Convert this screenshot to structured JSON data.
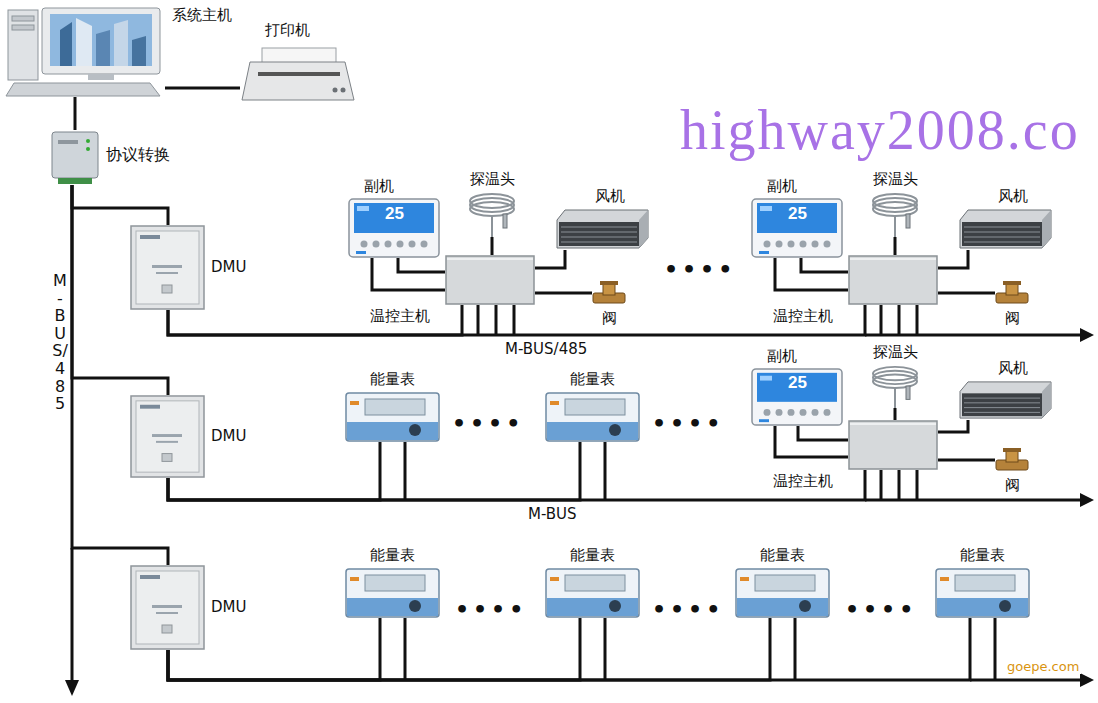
{
  "diagram": {
    "nodes": [
      {
        "text": [
          "系统主机"
        ]
      },
      {
        "text": [
          "打印机"
        ]
      },
      {
        "text": [
          "协议转换"
        ]
      },
      {
        "text": [
          "DMU"
        ]
      },
      {
        "text": [
          "副机"
        ]
      },
      {
        "text": [
          "探温头"
        ]
      },
      {
        "text": [
          "风机"
        ]
      },
      {
        "text": [
          "温控主机"
        ]
      },
      {
        "text": [
          "阀"
        ]
      },
      {
        "text": [
          "副机"
        ]
      },
      {
        "text": [
          "探温头"
        ]
      },
      {
        "text": [
          "风机"
        ]
      },
      {
        "text": [
          "温控主机"
        ]
      },
      {
        "text": [
          "阀"
        ]
      },
      {
        "text": [
          "DMU"
        ]
      },
      {
        "text": [
          "能量表"
        ]
      },
      {
        "text": [
          "能量表"
        ]
      },
      {
        "text": [
          "副机"
        ]
      },
      {
        "text": [
          "探温头"
        ]
      },
      {
        "text": [
          "风机"
        ]
      },
      {
        "text": [
          "温控主机"
        ]
      },
      {
        "text": [
          "阀"
        ]
      },
      {
        "text": [
          "DMU"
        ]
      },
      {
        "text": [
          "能量表"
        ]
      },
      {
        "text": [
          "能量表"
        ]
      },
      {
        "text": [
          "能量表"
        ]
      },
      {
        "text": [
          "能量表"
        ]
      }
    ],
    "edges": [
      {
        "from": 0,
        "to": 1,
        "arrow": "none"
      },
      {
        "from": 0,
        "to": 2,
        "arrow": "none"
      },
      {
        "from": 2,
        "to": 3,
        "arrow": "none"
      },
      {
        "from": 2,
        "to": 14,
        "arrow": "none"
      },
      {
        "from": 2,
        "to": 22,
        "arrow": "none"
      },
      {
        "from": 3,
        "to": 7,
        "arrow": "none"
      },
      {
        "from": 3,
        "to": 12,
        "arrow": "none"
      },
      {
        "from": 4,
        "to": 7,
        "arrow": "none"
      },
      {
        "from": 5,
        "to": 7,
        "arrow": "none"
      },
      {
        "from": 6,
        "to": 7,
        "arrow": "none"
      },
      {
        "from": 7,
        "to": 8,
        "arrow": "none"
      },
      {
        "from": 9,
        "to": 12,
        "arrow": "none"
      },
      {
        "from": 10,
        "to": 12,
        "arrow": "none"
      },
      {
        "from": 11,
        "to": 12,
        "arrow": "none"
      },
      {
        "from": 12,
        "to": 13,
        "arrow": "none"
      },
      {
        "from": 14,
        "to": 15,
        "arrow": "none"
      },
      {
        "from": 14,
        "to": 16,
        "arrow": "none"
      },
      {
        "from": 14,
        "to": 20,
        "arrow": "none"
      },
      {
        "from": 17,
        "to": 20,
        "arrow": "none"
      },
      {
        "from": 18,
        "to": 20,
        "arrow": "none"
      },
      {
        "from": 19,
        "to": 20,
        "arrow": "none"
      },
      {
        "from": 20,
        "to": 21,
        "arrow": "none"
      },
      {
        "from": 22,
        "to": 23,
        "arrow": "none"
      },
      {
        "from": 22,
        "to": 24,
        "arrow": "none"
      },
      {
        "from": 22,
        "to": 25,
        "arrow": "none"
      },
      {
        "from": 22,
        "to": 26,
        "arrow": "none"
      }
    ],
    "labels": [
      "M-BUS/485",
      "highway2008.co",
      "25",
      "25",
      "M-BUS/485",
      "••••",
      "M-BUS",
      "••••",
      "••••",
      "25",
      "••••",
      "••••",
      "••••",
      "goepe.com"
    ]
  }
}
